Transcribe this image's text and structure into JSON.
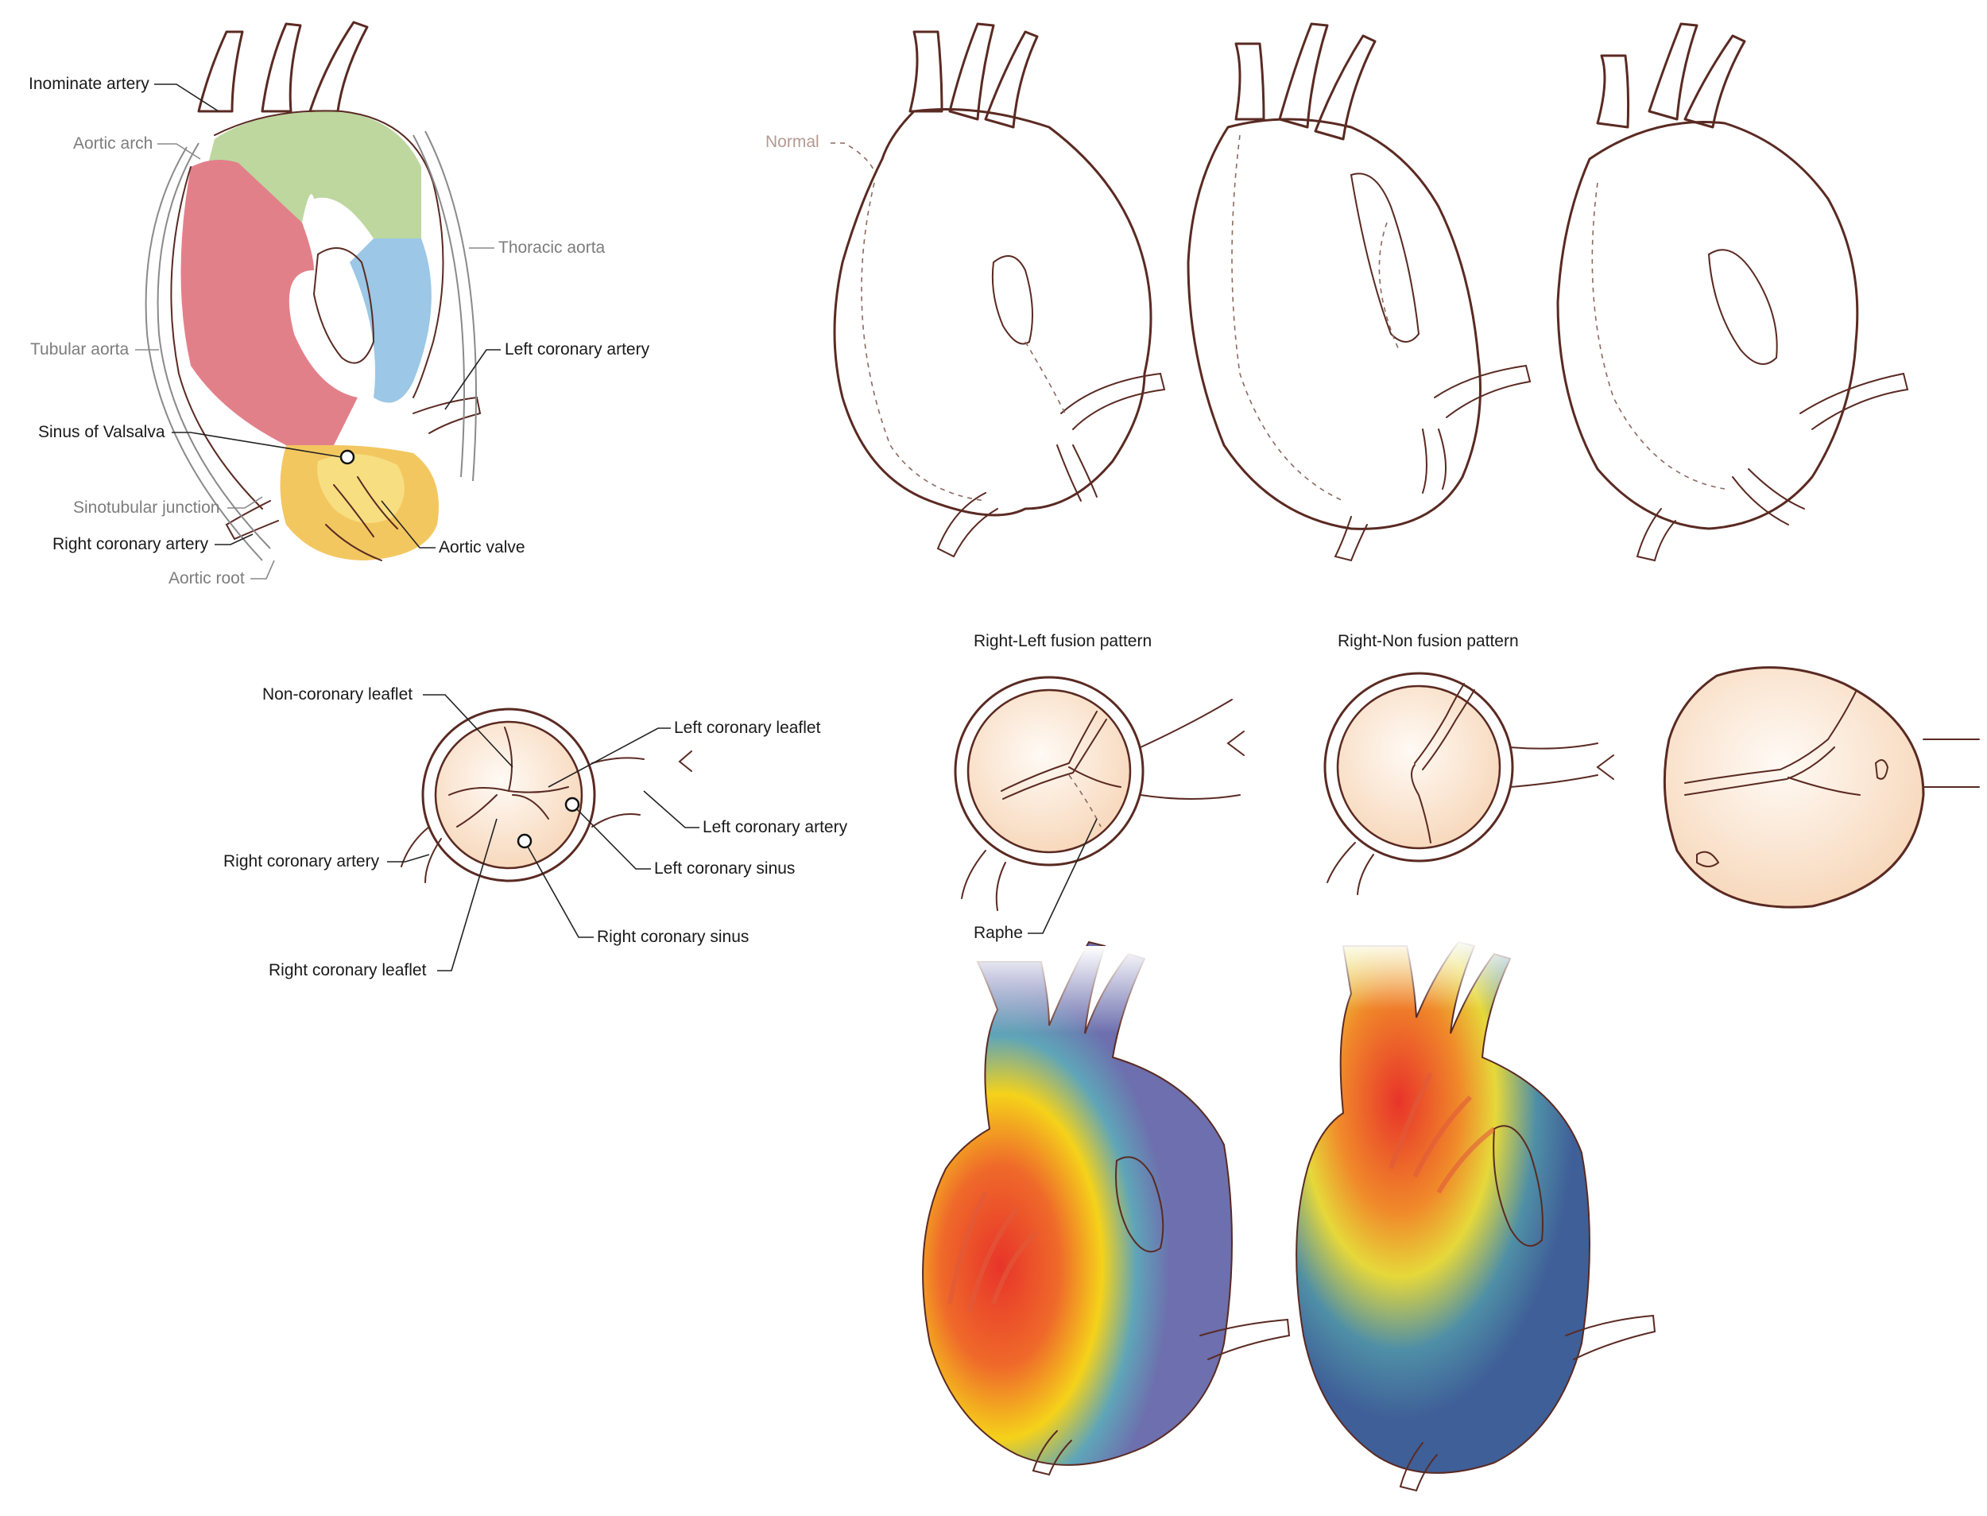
{
  "labels": {
    "innominate_artery": "Inominate artery",
    "aortic_arch": "Aortic arch",
    "thoracic_aorta": "Thoracic aorta",
    "tubular_aorta": "Tubular aorta",
    "left_coronary_artery_top": "Left coronary artery",
    "sinus_of_valsalva": "Sinus of Valsalva",
    "sinotubular_junction": "Sinotubular junction",
    "right_coronary_artery_top": "Right coronary artery",
    "aortic_valve": "Aortic valve",
    "aortic_root": "Aortic root",
    "normal": "Normal",
    "right_left_fusion": "Right-Left fusion pattern",
    "right_non_fusion": "Right-Non fusion pattern",
    "non_coronary_leaflet": "Non-coronary leaflet",
    "left_coronary_leaflet": "Left coronary leaflet",
    "left_coronary_artery_valve": "Left coronary artery",
    "right_coronary_artery_valve": "Right coronary artery",
    "left_coronary_sinus": "Left coronary sinus",
    "right_coronary_sinus": "Right coronary sinus",
    "right_coronary_leaflet": "Right coronary leaflet",
    "raphe": "Raphe"
  },
  "colors": {
    "segment_arch": "#b9d59a",
    "segment_tubular": "#e2808a",
    "segment_thoracic": "#9cc7e6",
    "segment_root": "#f3c760",
    "vessel_base": "#f7e3df",
    "vessel_shade": "#d9938a",
    "heat_hot": "#e8342a",
    "heat_warm": "#f5d21a",
    "heat_cool": "#4f73a8",
    "outline": "#5a2a22"
  }
}
